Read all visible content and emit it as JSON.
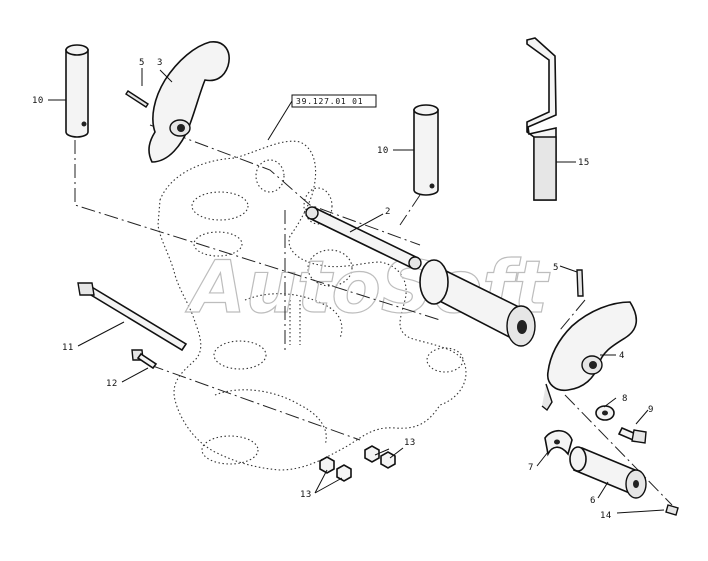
{
  "reference_box": "39.127.01 01",
  "watermark": "AutoSoft",
  "callouts": {
    "c10a": "10",
    "c5a": "5",
    "c3": "3",
    "c10b": "10",
    "c2": "2",
    "c15": "15",
    "c5b": "5",
    "c4": "4",
    "c11": "11",
    "c12": "12",
    "c8": "8",
    "c9": "9",
    "c13a": "13",
    "c13b": "13",
    "c7": "7",
    "c6": "6",
    "c14": "14"
  }
}
